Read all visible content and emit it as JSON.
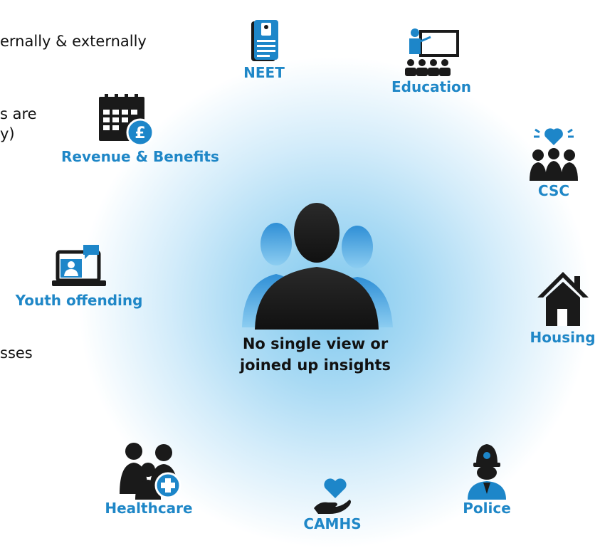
{
  "intro_fragments": {
    "line1": "ernally & externally",
    "line2": "s are",
    "line3": "y)",
    "line4": "sses"
  },
  "center": {
    "title_line1": "No single view or",
    "title_line2": "joined up insights",
    "icon": "people-group-icon"
  },
  "services": [
    {
      "label": "NEET",
      "icon": "document-person-icon"
    },
    {
      "label": "Education",
      "icon": "classroom-icon"
    },
    {
      "label": "Revenue & Benefits",
      "icon": "calendar-pound-icon"
    },
    {
      "label": "CSC",
      "icon": "family-heart-icon"
    },
    {
      "label": "Youth offending",
      "icon": "laptop-chat-icon"
    },
    {
      "label": "Housing",
      "icon": "house-icon"
    },
    {
      "label": "Healthcare",
      "icon": "medical-people-icon"
    },
    {
      "label": "Police",
      "icon": "police-officer-icon"
    },
    {
      "label": "CAMHS",
      "icon": "hand-heart-icon"
    }
  ],
  "colors": {
    "label_blue": "#1f87c7",
    "icon_dark": "#1a1a1a",
    "icon_blue": "#1d86c9",
    "glow": "#7fc8ee"
  }
}
